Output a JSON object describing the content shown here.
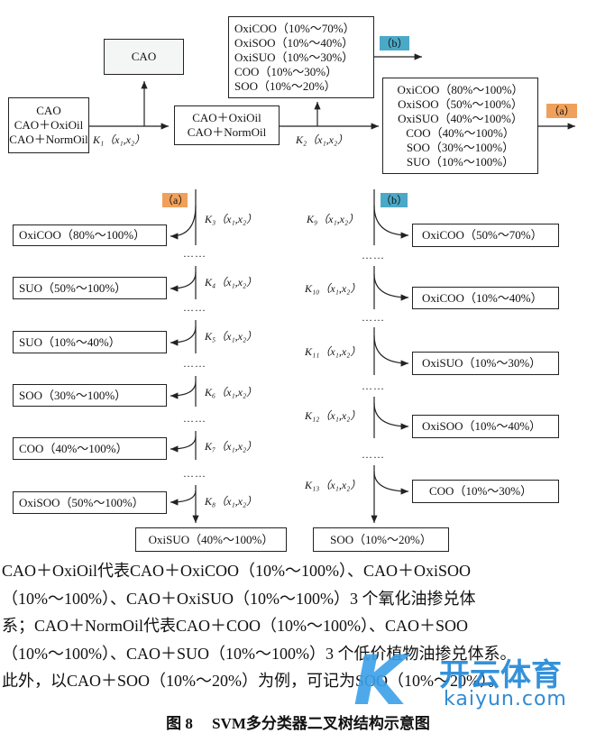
{
  "top": {
    "source": [
      "CAO",
      "CAO＋OxiOil",
      "CAO＋NormOil"
    ],
    "cao": "CAO",
    "middle": [
      "CAO＋OxiOil",
      "CAO＋NormOil"
    ],
    "k1": "K₁（x₁,x₂）",
    "k2": "K₂（x₁,x₂）",
    "b_box": [
      "OxiCOO（10%～70%）",
      "OxiSOO（10%～40%）",
      "OxiSUO（10%～30%）",
      "COO（10%～30%）",
      "SOO（10%～20%）"
    ],
    "a_box": [
      "OxiCOO（80%～100%）",
      "OxiSOO（50%～100%）",
      "OxiSUO（40%～100%）",
      "COO（40%～100%）",
      "SOO（30%～100%）",
      "SUO（10%～100%）"
    ],
    "badge_a": "（a）",
    "badge_b": "（b）"
  },
  "left_branch": {
    "badge": "（a）",
    "k": [
      "K₃（x₁,x₂）",
      "K₄（x₁,x₂）",
      "K₅（x₁,x₂）",
      "K₆（x₁,x₂）",
      "K₇（x₁,x₂）",
      "K₈（x₁,x₂）"
    ],
    "leaves": [
      "OxiCOO（80%～100%）",
      "SUO（50%～100%）",
      "SUO（10%～40%）",
      "SOO（30%～100%）",
      "COO（40%～100%）",
      "OxiSOO（50%～100%）"
    ],
    "final": "OxiSUO（40%～100%）",
    "dots": "……"
  },
  "right_branch": {
    "badge": "（b）",
    "k": [
      "K₉（x₁,x₂）",
      "K₁₀（x₁,x₂）",
      "K₁₁（x₁,x₂）",
      "K₁₂（x₁,x₂）",
      "K₁₃（x₁,x₂）"
    ],
    "leaves": [
      "OxiCOO（50%～70%）",
      "OxiCOO（10%～40%）",
      "OxiSUO（10%～30%）",
      "OxiSOO（10%～40%）",
      "COO（10%～30%）"
    ],
    "final": "SOO（10%～20%）"
  },
  "paragraph": [
    "CAO＋OxiOil代表CAO＋OxiCOO（10%～100%）、CAO＋OxiSOO",
    "（10%～100%）、CAO＋OxiSUO（10%～100%）3 个氧化油掺兑体",
    "系；CAO＋NormOil代表CAO＋COO（10%～100%）、CAO＋SOO",
    "（10%～100%）、CAO＋SUO（10%～100%）3 个低价植物油掺兑体系。",
    "此外，以CAO＋SOO（10%～20%）为例，可记为SOO（10%～20%）。"
  ],
  "caption": "图 8　 SVM多分类器二叉树结构示意图",
  "watermark": {
    "cn": "开云体育",
    "en": "kaiyun.com"
  }
}
